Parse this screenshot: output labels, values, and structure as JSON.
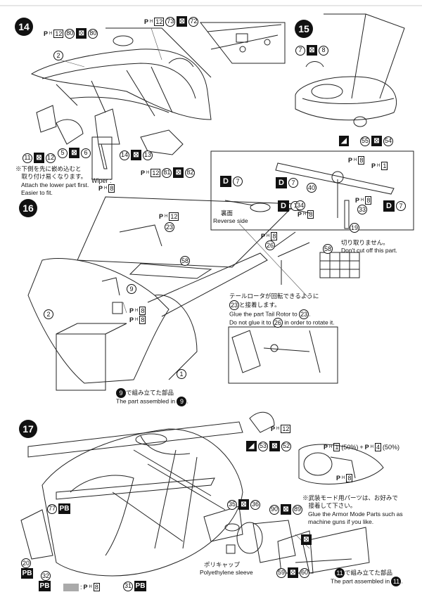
{
  "steps": [
    "14",
    "15",
    "16",
    "17"
  ],
  "step14": {
    "labels": {
      "top_a": {
        "ph": "P",
        "sub": "H",
        "num": "12",
        "c1": "80",
        "c2": "80"
      },
      "top_b": {
        "ph": "P",
        "sub": "H",
        "num": "12",
        "c1": "73",
        "c2": "72"
      },
      "canopy_main": "2",
      "part_11": {
        "c1": "11",
        "c2": "12"
      },
      "part_5": {
        "c1": "5",
        "c2": "6"
      },
      "part_14": {
        "c1": "14",
        "c2": "13"
      },
      "part_81": {
        "ph": "P",
        "sub": "H",
        "num": "12",
        "c1": "81",
        "c2": "82"
      }
    },
    "note_jp": "※下側を先に嵌め込むと\n　取り付け易くなります。",
    "note_en": "Attach the lower part first.\nEasier to fit.",
    "wiper_label": "Wiper :",
    "wiper_part": {
      "ph": "P",
      "sub": "H",
      "num": "8"
    }
  },
  "step15": {
    "part_7": {
      "c1": "7",
      "c2": "8"
    },
    "part_55": {
      "c1": "55",
      "c2": "54"
    },
    "rotor": {
      "ph8": {
        "ph": "P",
        "sub": "H",
        "num": "8"
      },
      "ph1": {
        "ph": "P",
        "sub": "H",
        "num": "1"
      },
      "d7_a": {
        "d": "D",
        "c": "7"
      },
      "d7_b": {
        "d": "D",
        "c": "7"
      },
      "d7_c": {
        "d": "D",
        "c": "7"
      },
      "d7_d": {
        "d": "D",
        "c": "7"
      },
      "p40": "40",
      "p34": "34",
      "p33": "33",
      "p19": "19",
      "ph8_b": {
        "ph": "P",
        "sub": "H",
        "num": "8"
      },
      "ph8_c": {
        "ph": "P",
        "sub": "H",
        "num": "8"
      },
      "reverse_jp": "裏面",
      "reverse_en": "Reverse side"
    }
  },
  "step16": {
    "ph12": {
      "ph": "P",
      "sub": "H",
      "num": "12"
    },
    "p23": "23",
    "p58": "58",
    "p26": "26",
    "ph8_top": {
      "ph": "P",
      "sub": "H",
      "num": "8"
    },
    "p9": "9",
    "p2": "2",
    "p1": "1",
    "ph8_a": {
      "ph": "P",
      "sub": "H",
      "num": "8"
    },
    "ph8_b": {
      "ph": "P",
      "sub": "H",
      "num": "8"
    },
    "dont_cut_jp": "切り取りません。",
    "dont_cut_en": "Don't cut off this part.",
    "p58_box": "58",
    "tail_jp_1": "テールロータが回転できるように",
    "tail_jp_2": "と接着します。",
    "tail_en_1": "Glue the part Tail Rotor to",
    "tail_en_2": "Do not glue it to",
    "tail_en_3": "in order to rotate it.",
    "tail_c23": "23",
    "tail_c26": "26",
    "assembled_jp": "で組み立てた部品",
    "assembled_en": "The part assembled in",
    "assembled_num": "9"
  },
  "step17": {
    "ph12": {
      "ph": "P",
      "sub": "H",
      "num": "12"
    },
    "part_53": {
      "c1": "53",
      "c2": "52"
    },
    "mix": {
      "a": "1",
      "pa": "(50%)",
      "plus": "+",
      "b": "4",
      "pb": "(50%)"
    },
    "ph8": {
      "ph": "P",
      "sub": "H",
      "num": "8"
    },
    "pb77": {
      "c": "77",
      "s": "PB"
    },
    "part_35": {
      "c1": "35",
      "c2": "36"
    },
    "part_90": {
      "c1": "90",
      "c2": "89"
    },
    "armor_jp": "※武装モード用パーツは、お好みで\n　接着して下さい。",
    "armor_en": "Glue the Armor Mode Parts such as\nmachine guns if you like.",
    "p20": {
      "c": "20",
      "s": "PB"
    },
    "p32": {
      "c": "32",
      "s": "PB"
    },
    "p31": {
      "c": "31",
      "s": "PB"
    },
    "polycap_jp": "ポリキャップ",
    "polycap_en": "Polyethylene sleeve",
    "part_59": {
      "c1": "59",
      "c2": "60"
    },
    "part_x": {
      "c1": ""
    },
    "assembled_jp": "で組み立てた部品",
    "assembled_en": "The part assembled in",
    "assembled_num": "11",
    "legend": {
      "ph": "P",
      "sub": "H",
      "num": "8"
    }
  }
}
